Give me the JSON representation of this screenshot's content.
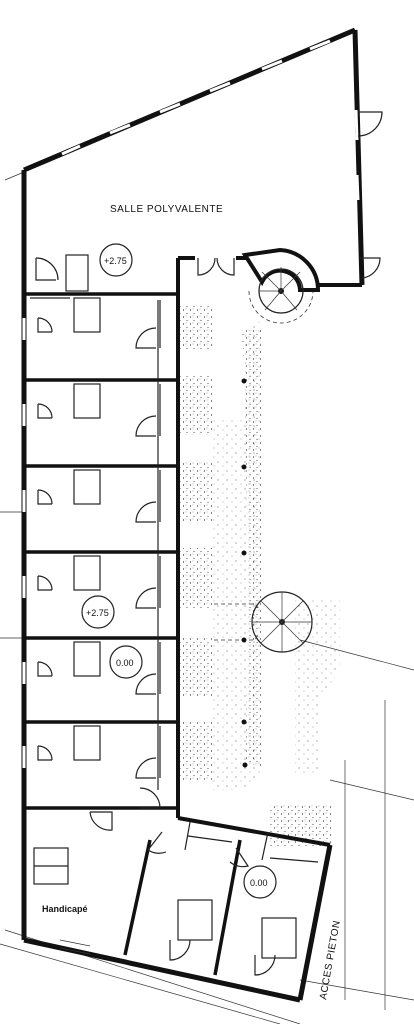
{
  "labels": {
    "salle": "SALLE POLYVALENTE",
    "level_top": "+2.75",
    "level_mid": "+2.75",
    "level_zero_1": "0.00",
    "level_zero_2": "0.00",
    "handicape": "Handicapé",
    "acces": "ACCES PIETON"
  },
  "colors": {
    "ink": "#111111",
    "paper": "#ffffff",
    "stipple": "#222222"
  },
  "counts": {
    "dwelling_units": 7,
    "stairs": 2,
    "columns": 6
  }
}
